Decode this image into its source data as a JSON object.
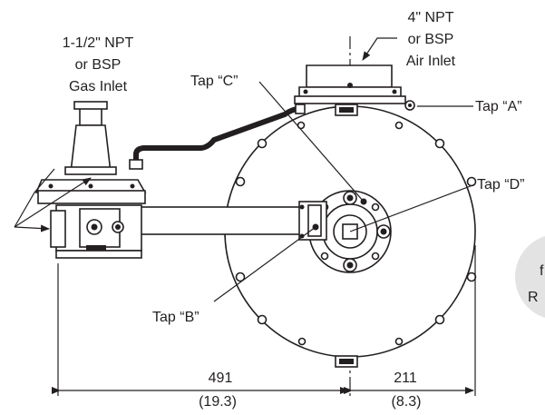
{
  "labels": {
    "air_inlet": [
      "4\" NPT",
      "or BSP",
      "Air Inlet"
    ],
    "gas_inlet": [
      "1-1/2\" NPT",
      "or BSP",
      "Gas Inlet"
    ],
    "tap_a": "Tap “A”",
    "tap_b": "Tap “B”",
    "tap_c": "Tap “C”",
    "tap_d": "Tap “D”"
  },
  "dimensions": {
    "left_mm": "491",
    "left_in": "(19.3)",
    "right_mm": "211",
    "right_in": "(8.3)"
  },
  "cropped_text": {
    "line1": "f",
    "line2": "R"
  }
}
